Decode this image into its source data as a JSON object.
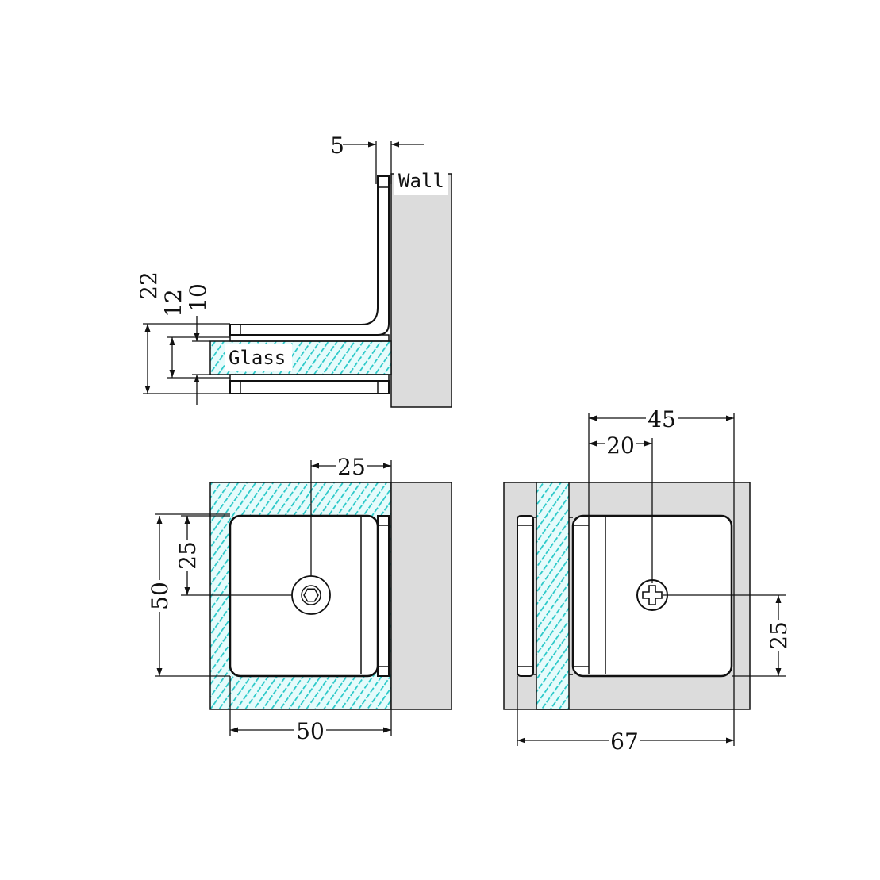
{
  "colors": {
    "wall_fill": "#dcdcdc",
    "glass_fill": "#e6fbfb",
    "glass_hatch": "#28c8c8",
    "line": "#111111",
    "background": "#ffffff"
  },
  "labels": {
    "wall": "Wall",
    "glass": "Glass"
  },
  "dimensions": {
    "top_plate_offset": "5",
    "total_height": "22",
    "glass_opening": "12",
    "glass_thickness": "10",
    "front_half_width": "25",
    "front_half_height": "25",
    "front_height": "50",
    "front_width": "50",
    "side_total": "45",
    "side_screw_offset": "20",
    "side_screw_height": "25",
    "side_overall": "67"
  },
  "icons": {
    "front_screw": "hex-socket-screw-icon",
    "side_screw": "phillips-screw-icon"
  }
}
